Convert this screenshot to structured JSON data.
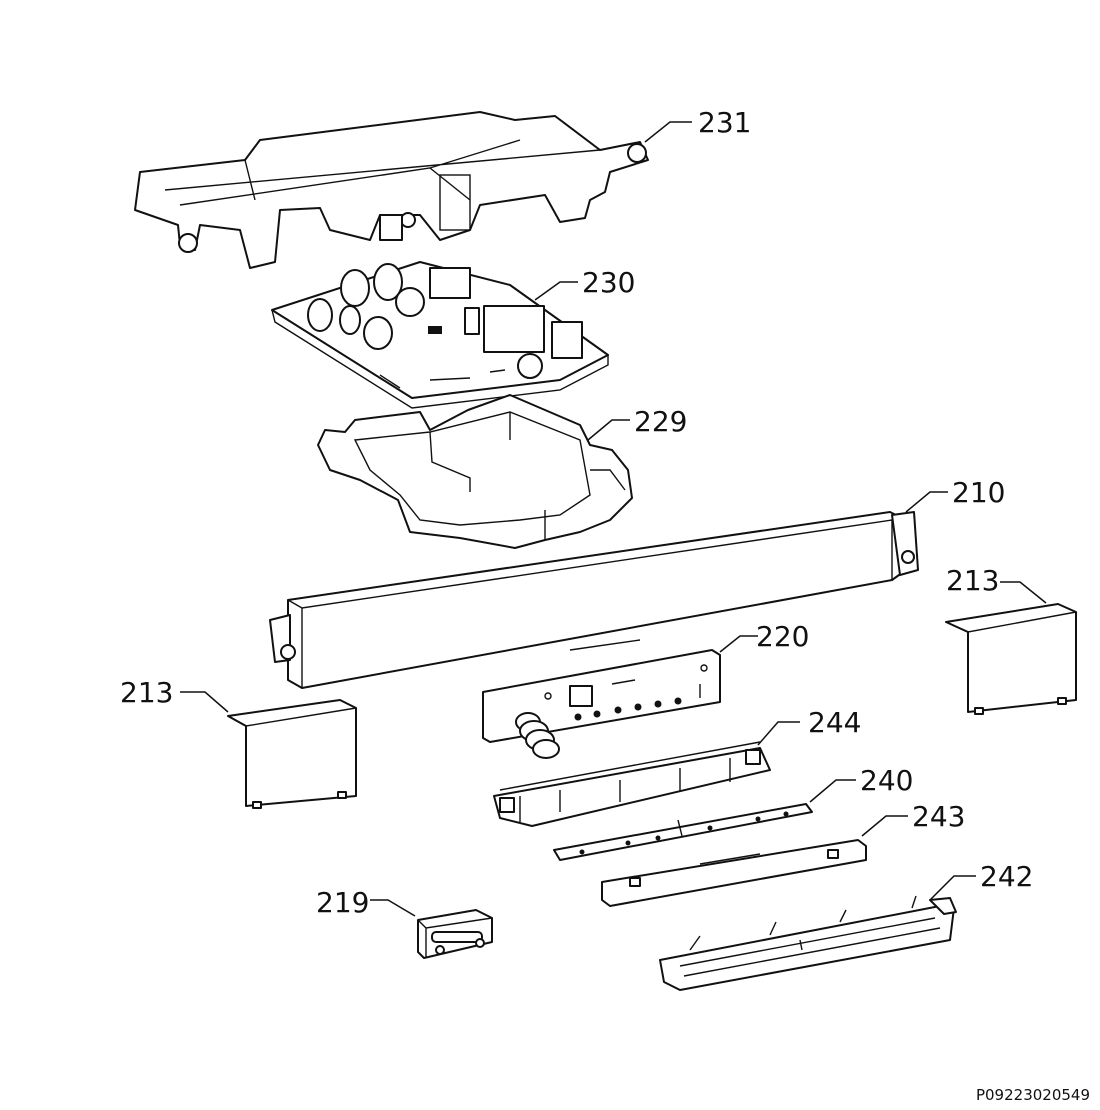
{
  "callouts": {
    "c231": "231",
    "c230": "230",
    "c229": "229",
    "c210": "210",
    "c213_right": "213",
    "c213_left": "213",
    "c220": "220",
    "c244": "244",
    "c240": "240",
    "c243": "243",
    "c219": "219",
    "c242": "242"
  },
  "document_number": "P09223020549",
  "colors": {
    "line": "#111111",
    "background": "#ffffff"
  }
}
